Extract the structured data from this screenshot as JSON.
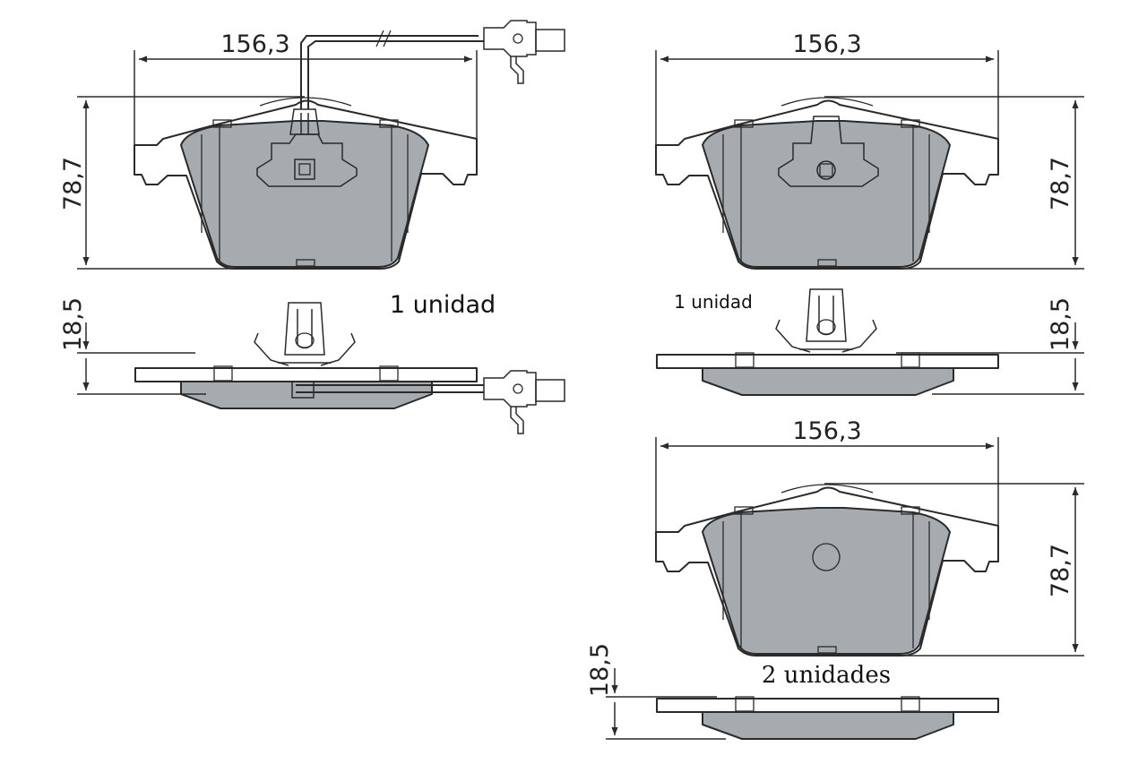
{
  "views": {
    "front_with_sensor": {
      "width_label": "156,3",
      "height_label": "78,7",
      "thickness_label": "18,5",
      "quantity_label": "1 unidad"
    },
    "front_without_sensor": {
      "width_label": "156,3",
      "height_label": "78,7",
      "thickness_label": "18,5",
      "quantity_label": "1 unidad"
    },
    "plain_pad": {
      "width_label": "156,3",
      "height_label": "78,7",
      "thickness_label": "18,5",
      "quantity_label": "2 unidades"
    }
  }
}
